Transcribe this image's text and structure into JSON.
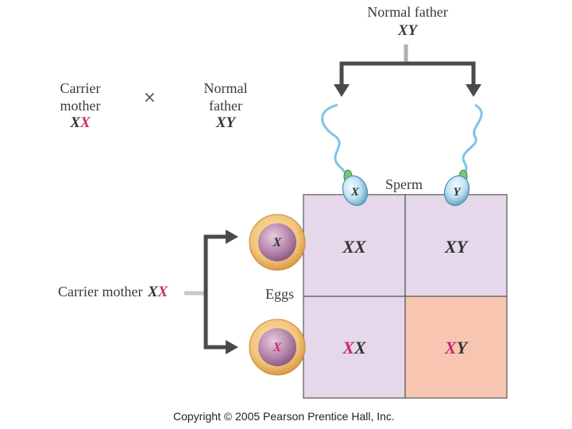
{
  "top_cross": {
    "mother_line1": "Carrier",
    "mother_line2": "mother",
    "mother_genotype": [
      "X",
      "X"
    ],
    "cross_symbol": "×",
    "father_line1": "Normal",
    "father_line2": "father",
    "father_genotype": [
      "X",
      "Y"
    ]
  },
  "father_header": {
    "label": "Normal father",
    "genotype": "XY"
  },
  "left_label": {
    "text": "Carrier mother",
    "genotype": [
      "X",
      "X"
    ]
  },
  "sperm_label": "Sperm",
  "eggs_label": "Eggs",
  "sperm": [
    {
      "chromosome": "X"
    },
    {
      "chromosome": "Y"
    }
  ],
  "eggs": [
    {
      "chromosome": "X",
      "color": "dark"
    },
    {
      "chromosome": "X",
      "color": "magenta"
    }
  ],
  "punnett": [
    [
      {
        "a": "X",
        "b": "X",
        "a_color": "dark",
        "b_color": "dark",
        "fill": "#e4d8ea"
      },
      {
        "a": "X",
        "b": "Y",
        "a_color": "dark",
        "b_color": "dark",
        "fill": "#e4d8ea"
      }
    ],
    [
      {
        "a": "X",
        "b": "X",
        "a_color": "magenta",
        "b_color": "dark",
        "fill": "#e4d8ea"
      },
      {
        "a": "X",
        "b": "Y",
        "a_color": "magenta",
        "b_color": "dark",
        "fill": "#f8c6b0"
      }
    ]
  ],
  "colors": {
    "carrier_allele": "#c8286e",
    "normal_allele": "#333333",
    "grid_fill": "#e4d8ea",
    "affected_fill": "#f8c6b0",
    "arrow": "#4a4a4a"
  },
  "copyright": "Copyright © 2005 Pearson Prentice Hall, Inc."
}
